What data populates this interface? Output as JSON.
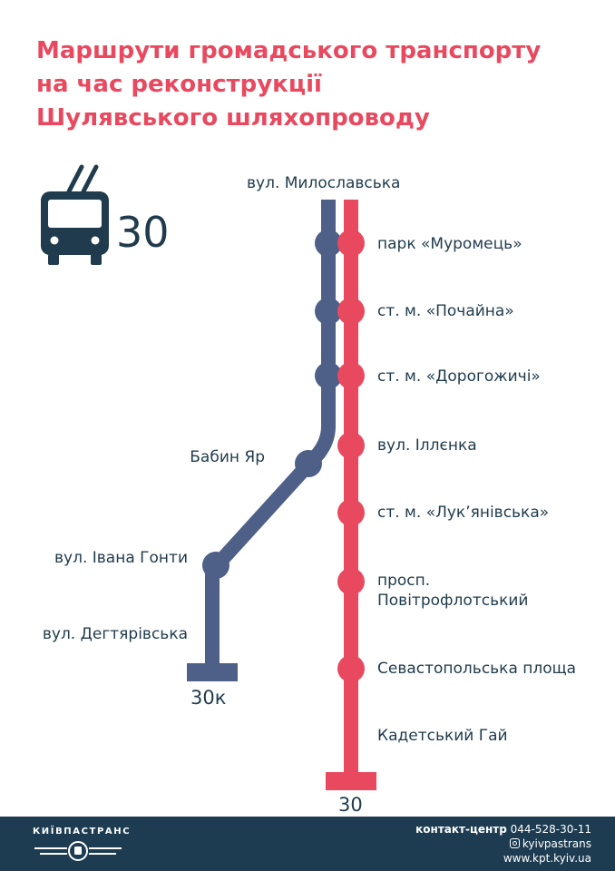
{
  "title": {
    "line1": "Маршрути громадського транспорту",
    "line2": "на час реконструкції",
    "line3": "Шулявського шляхопроводу"
  },
  "vehicle": {
    "icon": "trolleybus-icon",
    "route": "30"
  },
  "routes": {
    "main": {
      "number": "30",
      "color": "#e8495f"
    },
    "branch": {
      "number": "30к",
      "color": "#4e5f88"
    }
  },
  "stops": {
    "start": "вул. Милославська",
    "shared": [
      "парк «Муромець»",
      "ст. м. «Почайна»",
      "ст. м. «Дорогожичі»"
    ],
    "main": [
      "вул. Іллєнка",
      "ст. м. «Лук’янівська»",
      "просп. Повітрофлотський",
      "Севастопольська площа",
      "Кадетський Гай"
    ],
    "branch": [
      "Бабин Яр",
      "вул. Івана Гонти",
      "вул. Дегтярівська"
    ]
  },
  "footer": {
    "brand": "КИЇВПАСТРАНС",
    "contact_label": "контакт-центр",
    "phone": "044-528-30-11",
    "instagram": "kyivpastrans",
    "website": "www.kpt.kyiv.ua",
    "background": "#1d3c51"
  }
}
